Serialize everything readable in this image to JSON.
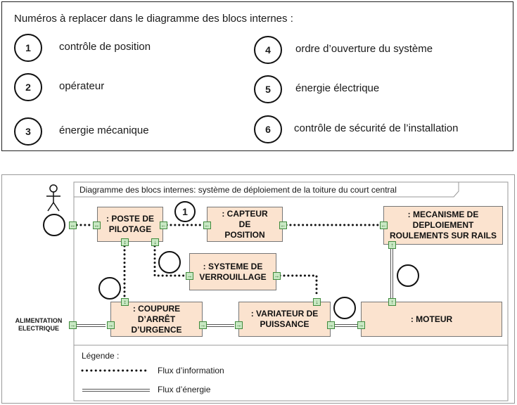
{
  "numbers_panel": {
    "title": "Numéros à replacer dans le diagramme des blocs internes :",
    "items": [
      {
        "number": "1",
        "label": "contrôle de position"
      },
      {
        "number": "2",
        "label": "opérateur"
      },
      {
        "number": "3",
        "label": "énergie mécanique"
      },
      {
        "number": "4",
        "label": "ordre d’ouverture du système"
      },
      {
        "number": "5",
        "label": "énergie électrique"
      },
      {
        "number": "6",
        "label": "contrôle de sécurité de l’installation"
      }
    ]
  },
  "diagram": {
    "frame_title": "Diagramme des blocs internes: système de déploiement de la toiture du court central",
    "placed_number": "1",
    "power_source_label": "ALIMENTATION\nELECTRIQUE",
    "blocks": {
      "poste": ": POSTE DE\nPILOTAGE",
      "capteur": ": CAPTEUR\nDE\nPOSITION",
      "mecanisme": ": MECANISME DE\nDEPLOIEMENT\nROULEMENTS SUR RAILS",
      "verrouillage": ": SYSTEME DE\nVERROUILLAGE",
      "coupure": ": COUPURE\nD’ARRÊT\nD’URGENCE",
      "variateur": ": VARIATEUR DE\nPUISSANCE",
      "moteur": ": MOTEUR"
    },
    "legend": {
      "title": "Légende :",
      "information_flow": "Flux d’information",
      "energy_flow": "Flux d’énergie"
    },
    "colors": {
      "block_fill": "#fbe3cf",
      "port_fill": "#c8e8c3",
      "port_border": "#3f8a3c"
    }
  }
}
